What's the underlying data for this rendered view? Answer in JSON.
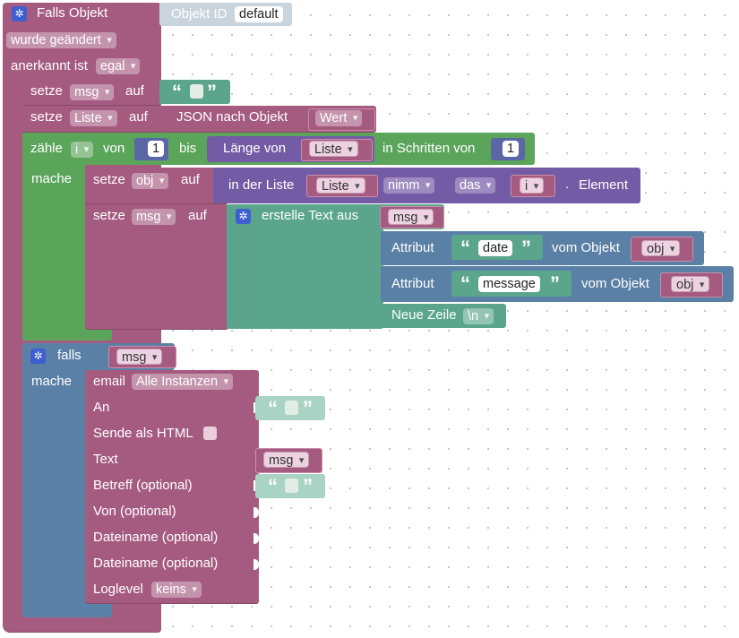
{
  "trigger": {
    "title": "Falls Objekt",
    "object_id_label": "Objekt ID",
    "object_id_value": "default",
    "changed_option": "wurde geändert",
    "acknowledged_label": "anerkannt ist",
    "acknowledged_value": "egal"
  },
  "set_msg": {
    "label": "setze",
    "var": "msg",
    "to": "auf"
  },
  "set_list": {
    "label": "setze",
    "var": "Liste",
    "to": "auf",
    "json_label": "JSON nach Objekt",
    "value_var": "Wert"
  },
  "loop": {
    "count_label": "zähle",
    "var": "i",
    "from": "von",
    "start": "1",
    "to": "bis",
    "length_label": "Länge von",
    "length_var": "Liste",
    "step_label": "in Schritten von",
    "step": "1",
    "do": "mache"
  },
  "set_obj": {
    "label": "setze",
    "var": "obj",
    "to": "auf",
    "in_list": "in der Liste",
    "list_var": "Liste",
    "mode": "nimm",
    "where": "das",
    "index_var": "i",
    "dot": ".",
    "element": "Element"
  },
  "set_msg_text": {
    "label": "setze",
    "var": "msg",
    "to": "auf",
    "create_text": "erstelle Text aus",
    "msg_var": "msg",
    "attr1_label": "Attribut",
    "attr1_key": "date",
    "attr1_from": "vom Objekt",
    "attr1_obj": "obj",
    "attr2_label": "Attribut",
    "attr2_key": "message",
    "attr2_from": "vom Objekt",
    "attr2_obj": "obj",
    "newline_label": "Neue Zeile",
    "newline_value": "\\n"
  },
  "if_block": {
    "label": "falls",
    "var": "msg",
    "do": "mache"
  },
  "email": {
    "label": "email",
    "instances": "Alle Instanzen",
    "to": "An",
    "html": "Sende als HTML",
    "text": "Text",
    "text_var": "msg",
    "subject": "Betreff (optional)",
    "from": "Von (optional)",
    "file1": "Dateiname (optional)",
    "file2": "Dateiname (optional)",
    "loglevel_label": "Loglevel",
    "loglevel_value": "keins"
  },
  "colors": {
    "event": "#a55b80",
    "var": "#a55b80",
    "text": "#5ba58c",
    "loop": "#5ba55b",
    "list": "#745ba5",
    "logic": "#5b80a5",
    "object_id": "#c9d4dd"
  }
}
